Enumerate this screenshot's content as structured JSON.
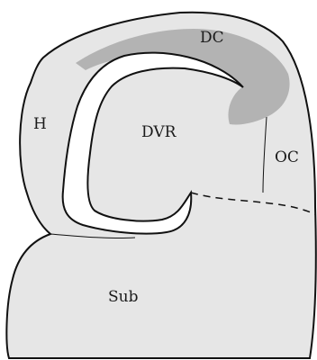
{
  "diagram": {
    "labels": {
      "dc": "DC",
      "h": "H",
      "dvr": "DVR",
      "oc": "OC",
      "sub": "Sub"
    },
    "colors": {
      "tissue_fill": "#e6e6e6",
      "highlight_fill": "#b3b3b3",
      "ventricle_fill": "#ffffff",
      "outline": "#111111"
    }
  }
}
